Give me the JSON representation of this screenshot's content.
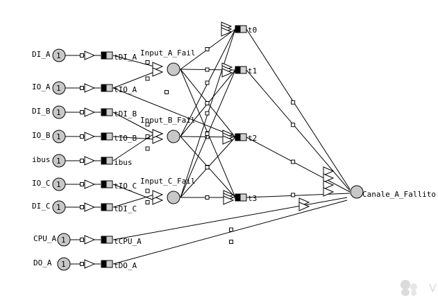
{
  "inputs": [
    {
      "place_label": "DI_A",
      "token": "1",
      "trans_label": "tDI_A"
    },
    {
      "place_label": "IO_A",
      "token": "1",
      "trans_label": "tIO_A"
    },
    {
      "place_label": "DI_B",
      "token": "1",
      "trans_label": "tDI_B"
    },
    {
      "place_label": "IO_B",
      "token": "1",
      "trans_label": "tIO_B"
    },
    {
      "place_label": "ibus",
      "token": "1",
      "trans_label": "ibus"
    },
    {
      "place_label": "IO_C",
      "token": "1",
      "trans_label": "tIO_C"
    },
    {
      "place_label": "DI_C",
      "token": "1",
      "trans_label": "tDI_C"
    },
    {
      "place_label": "CPU_A",
      "token": "1",
      "trans_label": "tCPU_A"
    },
    {
      "place_label": "DO_A",
      "token": "1",
      "trans_label": "tDO_A"
    }
  ],
  "fails": [
    {
      "label": "Input_A_Fail"
    },
    {
      "label": "Input_B_Fail"
    },
    {
      "label": "Input_C_Fail"
    }
  ],
  "outputs": [
    {
      "label": "t0"
    },
    {
      "label": "t1"
    },
    {
      "label": "t2"
    },
    {
      "label": "t3"
    }
  ],
  "final": {
    "label": "Canale_A_Fallito"
  },
  "watermark": {
    "icon": "user-silhouette-icon",
    "letter": "V"
  },
  "colors": {
    "place_fill": "#c8c8c8",
    "line": "#000000",
    "background": "#ffffff"
  }
}
